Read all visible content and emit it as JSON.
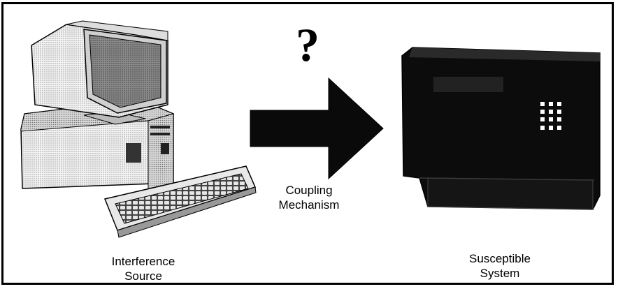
{
  "diagram": {
    "question_mark": "?",
    "coupling_label_line1": "Coupling",
    "coupling_label_line2": "Mechanism",
    "source_label_line1": "Interference",
    "source_label_line2": "Source",
    "system_label_line1": "Susceptible",
    "system_label_line2": "System"
  },
  "icons": [
    "computer-icon",
    "keyboard-icon",
    "arrow-icon",
    "equipment-cabinet-icon"
  ]
}
